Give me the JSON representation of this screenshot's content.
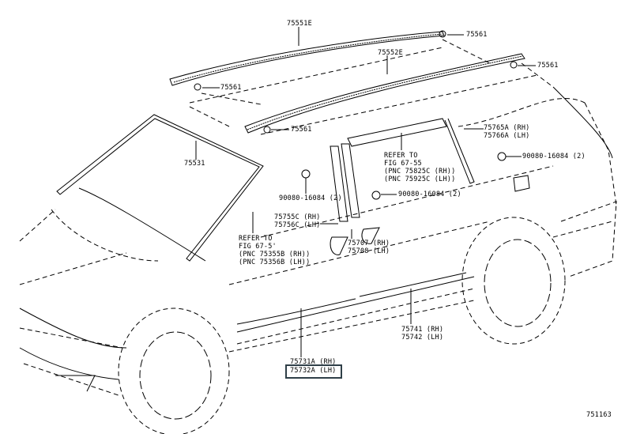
{
  "diagram": {
    "title": "Body moulding / roof drip parts diagram",
    "figure_number": "751163",
    "callouts": [
      {
        "id": "roof-rack-rail-lh",
        "part": "75551E"
      },
      {
        "id": "roof-rack-rail-rh",
        "part": "75552E"
      },
      {
        "id": "clip-rear-top-1",
        "part": "75561"
      },
      {
        "id": "clip-rear-top-2",
        "part": "75561"
      },
      {
        "id": "clip-front-lh",
        "part": "75561"
      },
      {
        "id": "clip-front-rh",
        "part": "75561"
      },
      {
        "id": "windshield-moulding",
        "part": "75531"
      },
      {
        "id": "quarter-window-moulding",
        "lines": [
          "75765A (RH)",
          "75766A (LH)"
        ]
      },
      {
        "id": "screw-rear",
        "part": "90080-16084 (2)"
      },
      {
        "id": "screw-center",
        "part": "90080-16084 (2)"
      },
      {
        "id": "screw-front",
        "part": "90080-16084 (2)"
      },
      {
        "id": "rear-door-ref",
        "lines": [
          "REFER TO",
          "FIG 67-55",
          "(PNC 75825C (RH))",
          "(PNC 75925C (LH))"
        ]
      },
      {
        "id": "front-pillar-ref",
        "lines": [
          "REFER TO",
          "FIG 67-5'",
          "(PNC 75355B (RH))",
          "(PNC 75356B (LH))"
        ]
      },
      {
        "id": "front-door-frame-moulding",
        "lines": [
          "75755C (RH)",
          "75756C (LH)"
        ]
      },
      {
        "id": "center-pillar-moulding",
        "lines": [
          "75707 (RH)",
          "75708 (LH)"
        ]
      },
      {
        "id": "rear-door-side-moulding",
        "lines": [
          "75741 (RH)",
          "75742 (LH)"
        ]
      },
      {
        "id": "front-door-side-moulding-rh",
        "part": "75731A (RH)"
      },
      {
        "id": "front-door-side-moulding-lh",
        "part": "75732A (LH)",
        "highlighted": true
      }
    ],
    "highlight_color": "#2f3f48"
  }
}
